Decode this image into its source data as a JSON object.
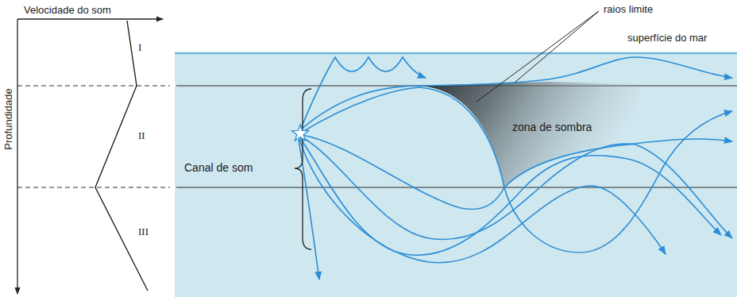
{
  "diagram": {
    "labels": [
      "Velocidade do som",
      "Profundidade",
      "I",
      "II",
      "III",
      "raios limite",
      "superfície do mar",
      "zona de sombra",
      "Canal de som"
    ]
  }
}
